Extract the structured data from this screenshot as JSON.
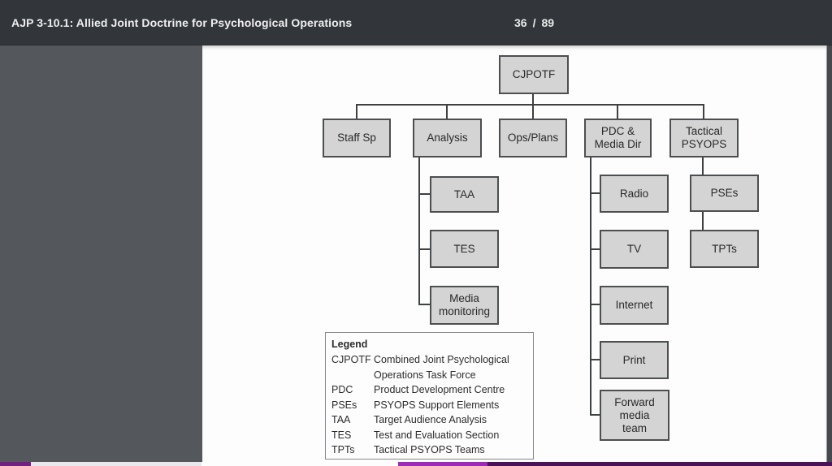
{
  "header": {
    "title": "AJP 3-10.1: Allied Joint Doctrine for Psychological Operations",
    "page": {
      "current": "36",
      "separator": "/",
      "total": "89"
    }
  },
  "diagram": {
    "nodes": [
      {
        "id": "cjpotf",
        "label": "CJPOTF"
      },
      {
        "id": "staff-sp",
        "label": "Staff Sp"
      },
      {
        "id": "analysis",
        "label": "Analysis"
      },
      {
        "id": "ops-plans",
        "label": "Ops/Plans"
      },
      {
        "id": "pdc-media-dir",
        "label": "PDC &\nMedia Dir"
      },
      {
        "id": "tactical-psyops",
        "label": "Tactical\nPSYOPS"
      },
      {
        "id": "taa",
        "label": "TAA"
      },
      {
        "id": "tes",
        "label": "TES"
      },
      {
        "id": "media-monitoring",
        "label": "Media\nmonitoring"
      },
      {
        "id": "radio",
        "label": "Radio"
      },
      {
        "id": "tv",
        "label": "TV"
      },
      {
        "id": "internet",
        "label": "Internet"
      },
      {
        "id": "print",
        "label": "Print"
      },
      {
        "id": "forward-media-team",
        "label": "Forward\nmedia\nteam"
      },
      {
        "id": "pses",
        "label": "PSEs"
      },
      {
        "id": "tpts",
        "label": "TPTs"
      }
    ],
    "legend": {
      "title": "Legend",
      "entries": [
        {
          "term": "CJPOTF",
          "definition": "Combined Joint Psychological Operations Task Force"
        },
        {
          "term": "PDC",
          "definition": "Product Development Centre"
        },
        {
          "term": "PSEs",
          "definition": "PSYOPS Support Elements"
        },
        {
          "term": "TAA",
          "definition": "Target Audience Analysis"
        },
        {
          "term": "TES",
          "definition": "Test and Evaluation Section"
        },
        {
          "term": "TPTs",
          "definition": "Tactical PSYOPS Teams"
        }
      ]
    }
  },
  "colors": {
    "header_bg": "#32363a",
    "sidebar_bg": "#54575b",
    "page_bg": "#fdfdfd",
    "box_fill": "#d4d4d4",
    "box_border": "#4c4e50",
    "connector": "#3e4042",
    "strip_left_purple": "#71227f",
    "strip_pale": "#e9e7eb",
    "strip_white": "#fdfdfd",
    "strip_bright_purple": "#9d2bb5",
    "strip_dark_purple": "#4c1257"
  }
}
